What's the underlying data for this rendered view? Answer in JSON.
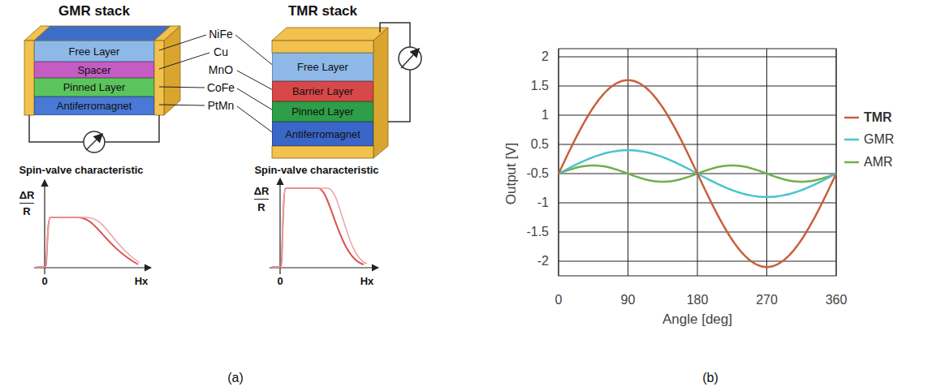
{
  "diagram": {
    "nodes": [
      {
        "text": [
          "GMR stack"
        ]
      },
      {
        "text": [
          "Free Layer"
        ],
        "in": 0
      },
      {
        "text": [
          "Spacer"
        ],
        "in": 0
      },
      {
        "text": [
          "Pinned Layer"
        ],
        "in": 0
      },
      {
        "text": [
          "Antiferromagnet"
        ],
        "in": 0
      },
      {
        "text": [
          "TMR stack"
        ]
      },
      {
        "text": [
          "Free Layer"
        ],
        "in": 5
      },
      {
        "text": [
          "Barrier Layer"
        ],
        "in": 5
      },
      {
        "text": [
          "Pinned Layer"
        ],
        "in": 5
      },
      {
        "text": [
          "Antiferromagnet"
        ],
        "in": 5
      }
    ],
    "labels": [
      "NiFe",
      "Cu",
      "MnO",
      "CoFe",
      "PtMn",
      "Spin-valve characteristic",
      "ΔR",
      "R",
      "0",
      "Hx",
      "Spin-valve characteristic",
      "ΔR",
      "R",
      "0",
      "Hx",
      "(a)",
      "2",
      "1.5",
      "1",
      "0.5",
      "-0.5",
      "-1",
      "-1.5",
      "-2",
      "0",
      "90",
      "180",
      "270",
      "360",
      "Output [V]",
      "Angle [deg]",
      "(b)"
    ],
    "legend": [
      {
        "text": "TMR"
      },
      {
        "text": "GMR"
      },
      {
        "text": "AMR"
      }
    ]
  }
}
